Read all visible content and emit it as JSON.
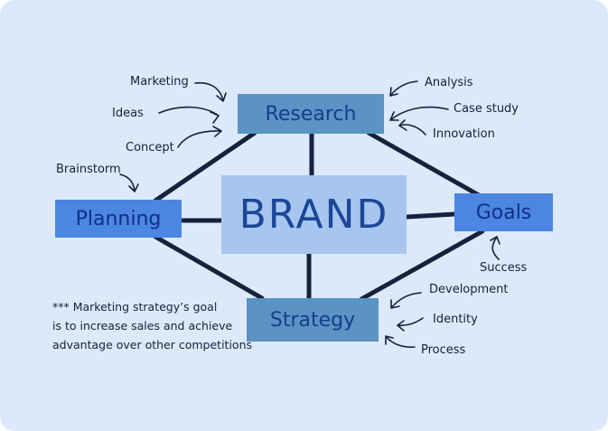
{
  "colors": {
    "background": "#dde9fb",
    "line": "#15213d",
    "box_dark": "#5a93c4",
    "box_bright": "#4c86e3",
    "box_center": "#a6c6ef",
    "text_dark_blue": "#183b8c"
  },
  "nodes": {
    "center": "BRAND",
    "research": "Research",
    "planning": "Planning",
    "goals": "Goals",
    "strategy": "Strategy"
  },
  "labels": {
    "marketing": "Marketing",
    "ideas": "Ideas",
    "concept": "Concept",
    "brainstorm": "Brainstorm",
    "analysis": "Analysis",
    "case_study": "Case study",
    "innovation": "Innovation",
    "success": "Success",
    "development": "Development",
    "identity": "Identity",
    "process": "Process"
  },
  "note": {
    "line1": "*** Marketing strategy’s goal",
    "line2": "is to increase sales and achieve",
    "line3": "advantage over other competitions"
  }
}
